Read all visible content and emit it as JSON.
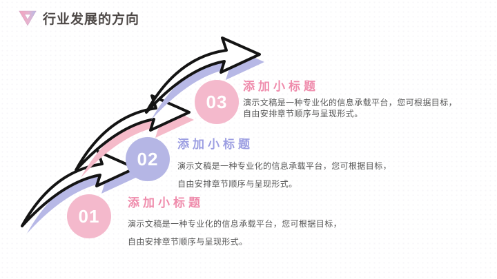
{
  "header": {
    "logo_icon": "penrose-triangle-logo",
    "title": "行业发展的方向"
  },
  "colors": {
    "background": "#ffffff",
    "header_text": "#4e4947",
    "pink_title": "#ef8cac",
    "pink_circle": "#f4b9cc",
    "purple_title": "#9c9ee2",
    "purple_circle": "#b5b6e5",
    "arrow_outline": "#141414",
    "arrow_shadow_purple": "#b7b8e6",
    "arrow_shadow_pink": "#f5bac9",
    "body_text": "#575757"
  },
  "steps": [
    {
      "number": "01",
      "title": "添加小标题",
      "line1": "演示文稿是一种专业化的信息承载平台，您可根据目标，",
      "line2": "自由安排章节顺序与呈现形式。",
      "accent": "pink"
    },
    {
      "number": "02",
      "title": "添加小标题",
      "line1": "演示文稿是一种专业化的信息承载平台，您可根据目标，",
      "line2": "自由安排章节顺序与呈现形式。",
      "accent": "purple"
    },
    {
      "number": "03",
      "title": "添加小标题",
      "line1": "演示文稿是一种专业化的信息承载平台，您可根据目标，",
      "line2": "自由安排章节顺序与呈现形式。",
      "accent": "pink"
    }
  ],
  "arrows": [
    {
      "name": "arrow-bottom",
      "shadow_color": "#b7b8e6"
    },
    {
      "name": "arrow-middle",
      "shadow_color": "#f5bac9"
    },
    {
      "name": "arrow-top",
      "shadow_color": "#b7b8e6"
    }
  ]
}
